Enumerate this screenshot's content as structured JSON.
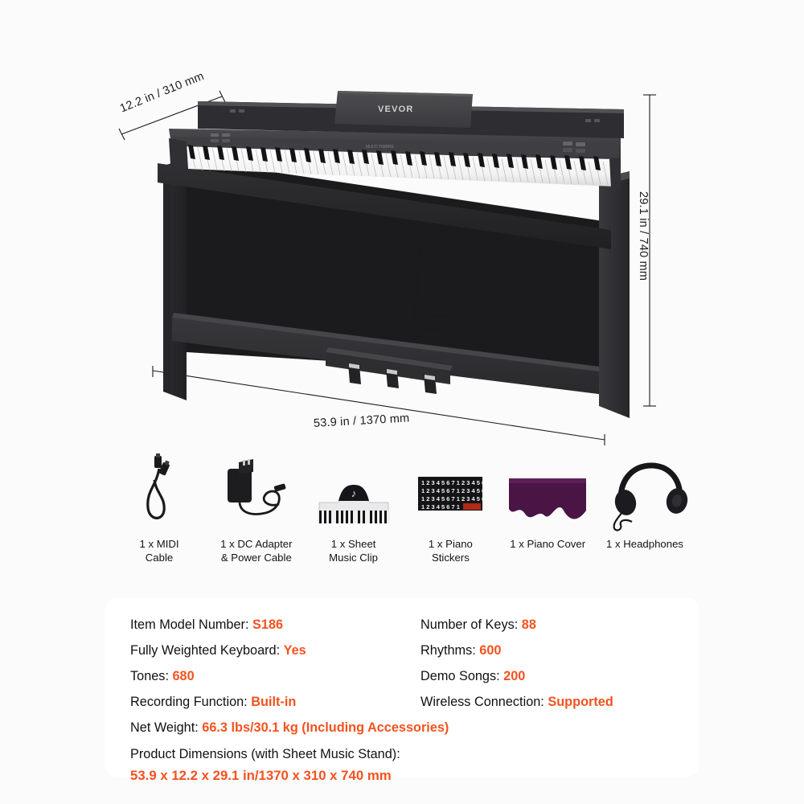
{
  "product": {
    "brand": "VEVOR",
    "type": "digital-piano-with-stand"
  },
  "dimensions": {
    "depth": "12.2 in / 310 mm",
    "width": "53.9 in / 1370 mm",
    "height": "29.1 in / 740 mm"
  },
  "accessories": [
    {
      "icon": "midi-cable-icon",
      "caption": "1 x MIDI\nCable"
    },
    {
      "icon": "dc-adapter-icon",
      "caption": "1 x DC Adapter\n& Power Cable"
    },
    {
      "icon": "sheet-music-clip-icon",
      "caption": "1 x Sheet\nMusic Clip"
    },
    {
      "icon": "piano-stickers-icon",
      "caption": "1 x Piano\nStickers"
    },
    {
      "icon": "piano-cover-icon",
      "caption": "1 x Piano Cover"
    },
    {
      "icon": "headphones-icon",
      "caption": "1 x Headphones"
    }
  ],
  "specs": {
    "rows": [
      {
        "left": {
          "label": "Item Model Number:",
          "value": "S186"
        },
        "right": {
          "label": "Number of Keys:",
          "value": "88"
        }
      },
      {
        "left": {
          "label": "Fully Weighted Keyboard:",
          "value": "Yes"
        },
        "right": {
          "label": "Rhythms:",
          "value": "600"
        }
      },
      {
        "left": {
          "label": "Tones:",
          "value": "680"
        },
        "right": {
          "label": "Demo Songs:",
          "value": "200"
        }
      },
      {
        "left": {
          "label": "Recording Function:",
          "value": "Built-in"
        },
        "right": {
          "label": "Wireless Connection:",
          "value": "Supported"
        }
      }
    ],
    "net_weight": {
      "label": "Net Weight:",
      "value": "66.3 lbs/30.1 kg (Including Accessories)"
    },
    "product_dimensions": {
      "label": "Product Dimensions (with Sheet Music Stand):",
      "value": "53.9 x 12.2 x 29.1 in/1370 x 310 x 740 mm"
    }
  },
  "colors": {
    "accent": "#f4521f",
    "text": "#111111",
    "page_background": "#fbfbfb",
    "card_background": "#ffffff",
    "piano_body": "#2a2a2c",
    "piano_cover": "#4a1445"
  }
}
